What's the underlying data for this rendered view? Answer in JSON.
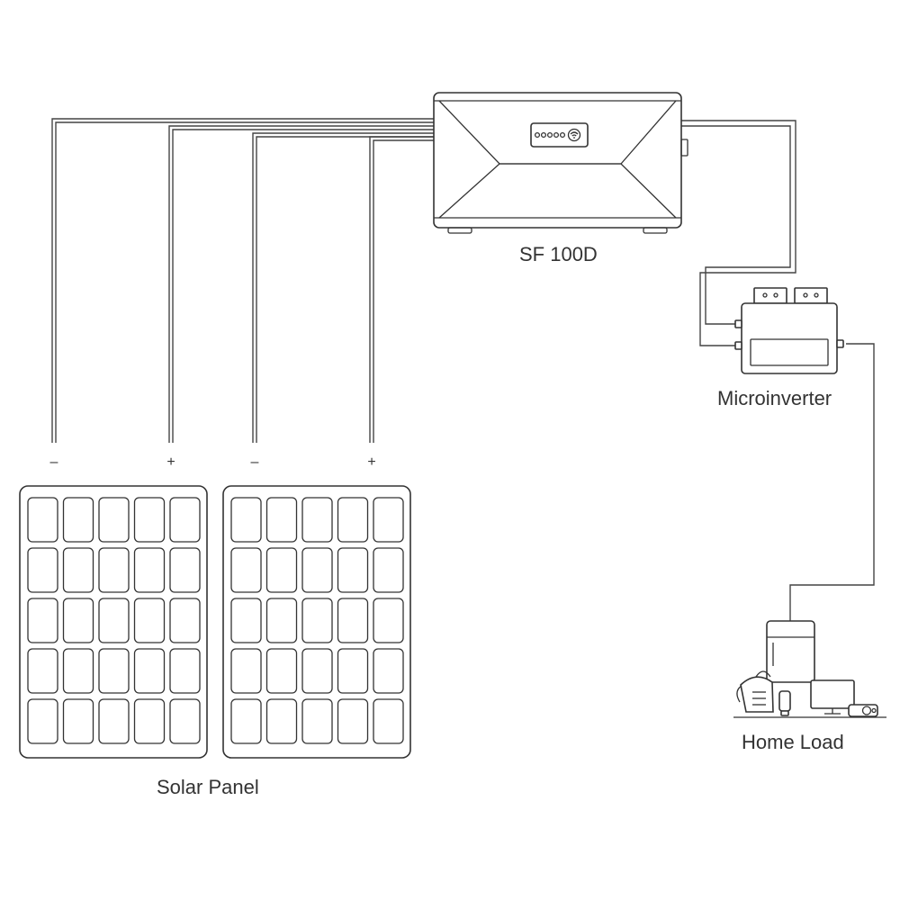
{
  "labels": {
    "sf100d": "SF 100D",
    "microinverter": "Microinverter",
    "home_load": "Home Load",
    "solar_panel": "Solar Panel"
  },
  "polarity": {
    "p1_neg": "–",
    "p1_pos": "+",
    "p2_neg": "–",
    "p2_pos": "+"
  },
  "colors": {
    "line": "#333333",
    "background": "#ffffff"
  }
}
